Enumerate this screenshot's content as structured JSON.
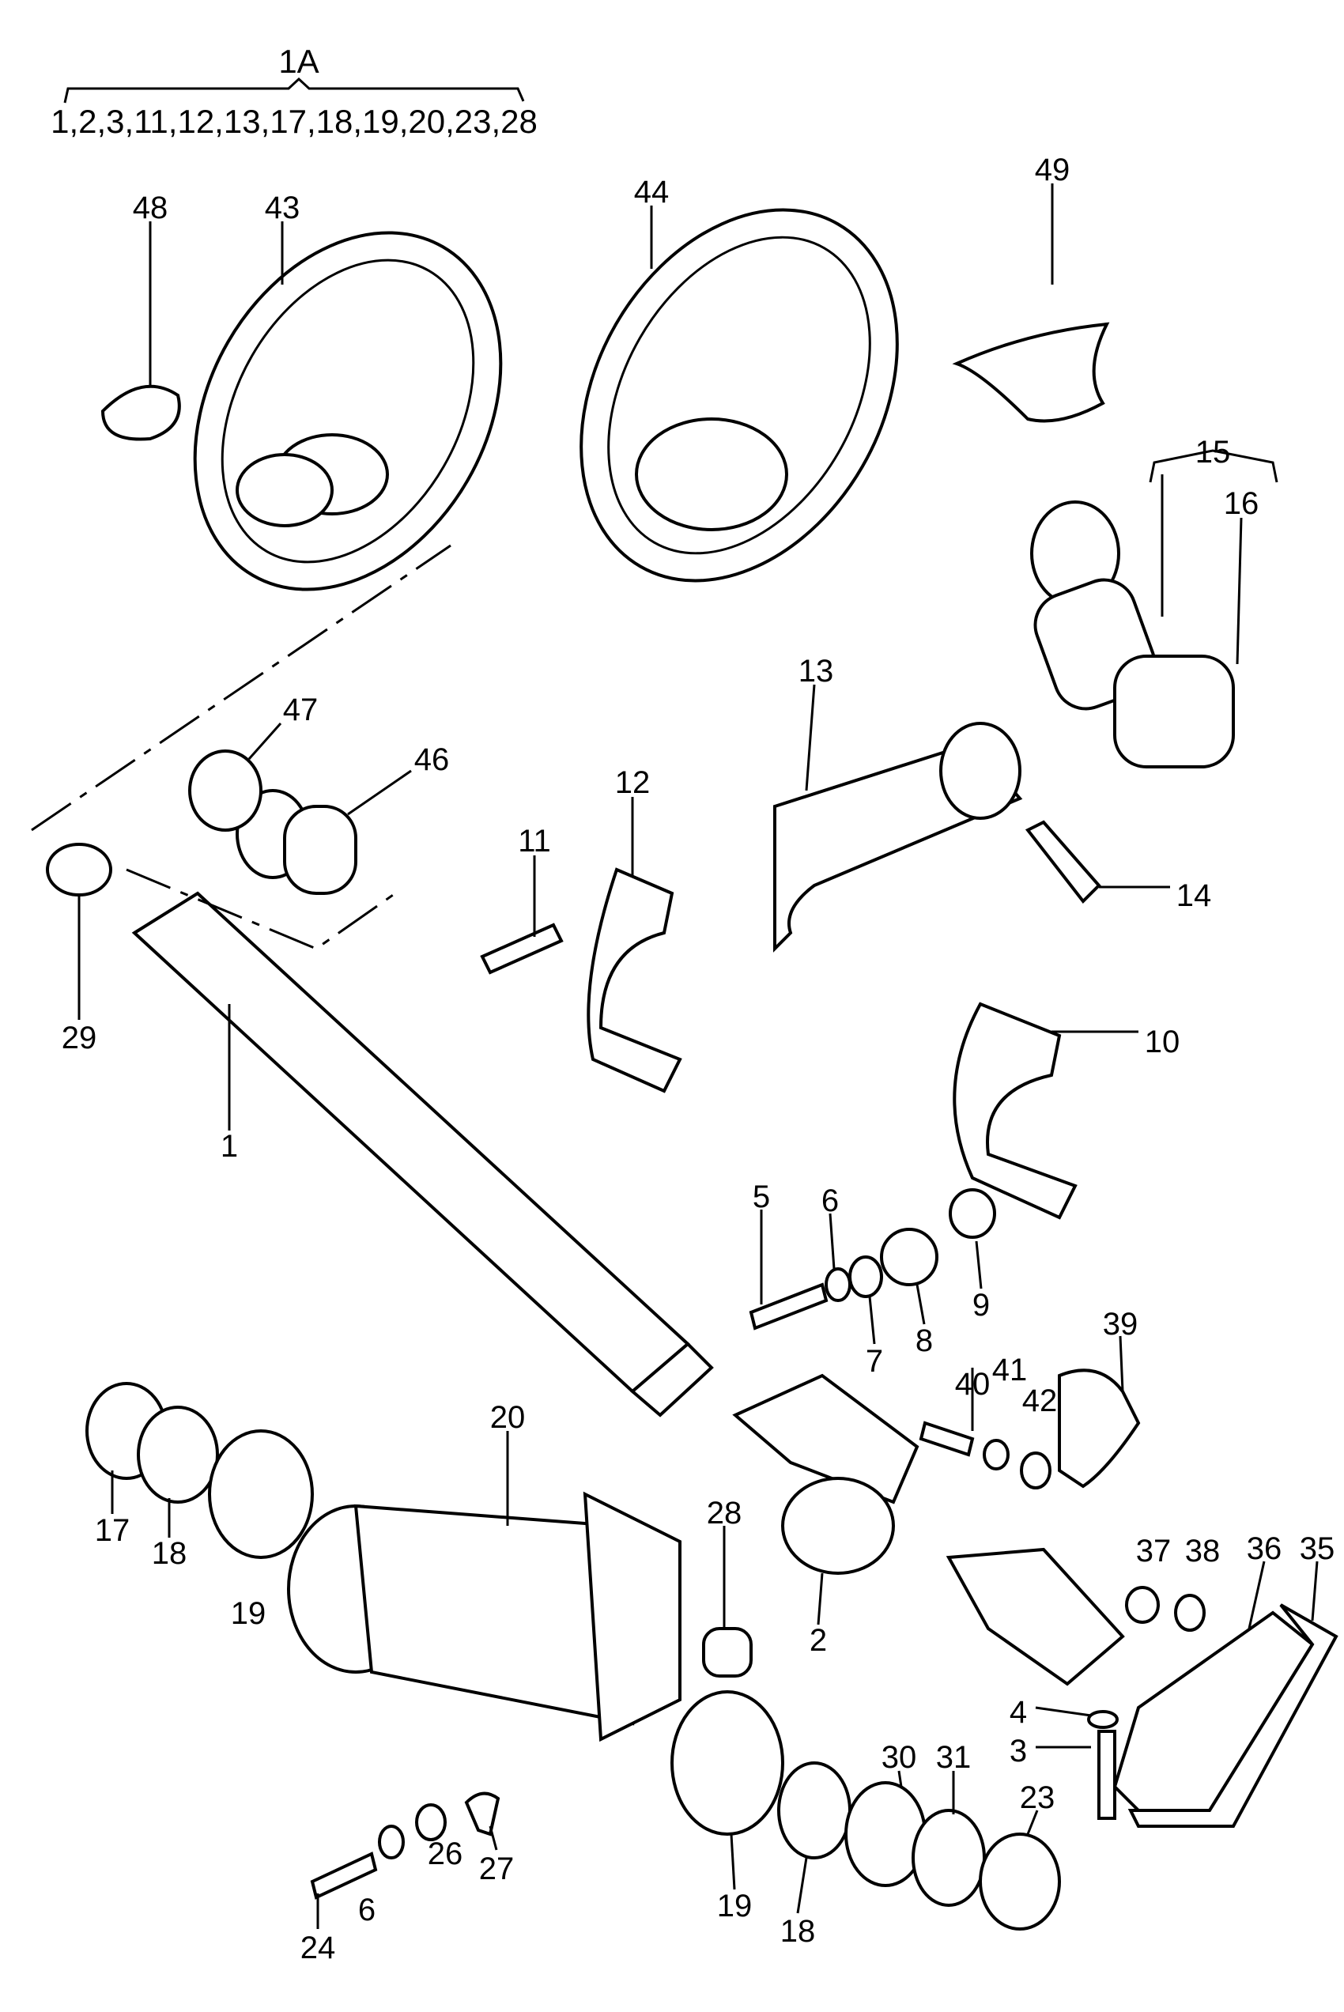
{
  "group": {
    "title": "1A",
    "members": "1,2,3,11,12,13,17,18,19,20,23,28"
  },
  "assembly_15": "15",
  "labels": [
    "48",
    "43",
    "44",
    "49",
    "16",
    "13",
    "47",
    "46",
    "12",
    "11",
    "14",
    "29",
    "10",
    "1",
    "5",
    "6",
    "9",
    "7",
    "8",
    "39",
    "40",
    "41",
    "42",
    "20",
    "17",
    "18",
    "19",
    "28",
    "2",
    "37",
    "38",
    "36",
    "35",
    "4",
    "3",
    "30",
    "31",
    "23",
    "27",
    "26",
    "6",
    "24",
    "19",
    "18"
  ]
}
